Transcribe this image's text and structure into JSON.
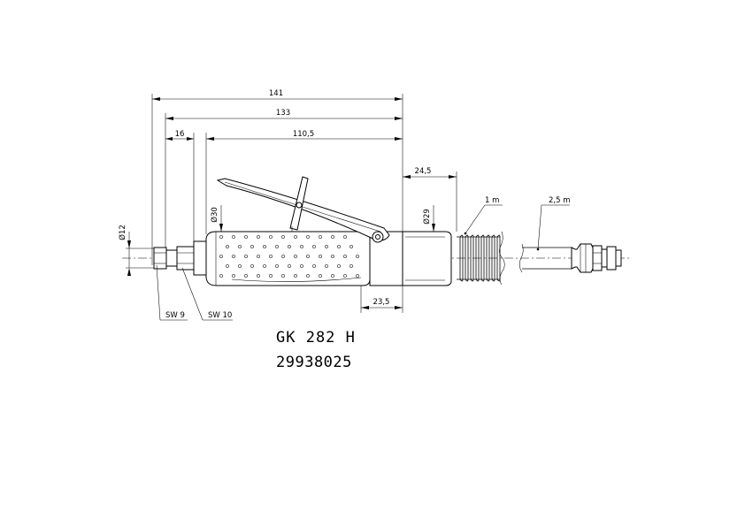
{
  "drawing": {
    "model": "GK 282 H",
    "part_number": "29938025",
    "dimensions": {
      "overall_length": "141",
      "length_2": "133",
      "collet_length": "16",
      "body_length": "110,5",
      "hose_fitting_length": "24,5",
      "grip_offset": "23,5",
      "diameter_collet": "Ø12",
      "diameter_body": "Ø30",
      "diameter_end": "Ø29",
      "hose_length_1": "1 m",
      "hose_length_2": "2,5 m",
      "wrench_size_1": "SW 9",
      "wrench_size_2": "SW 10"
    }
  }
}
